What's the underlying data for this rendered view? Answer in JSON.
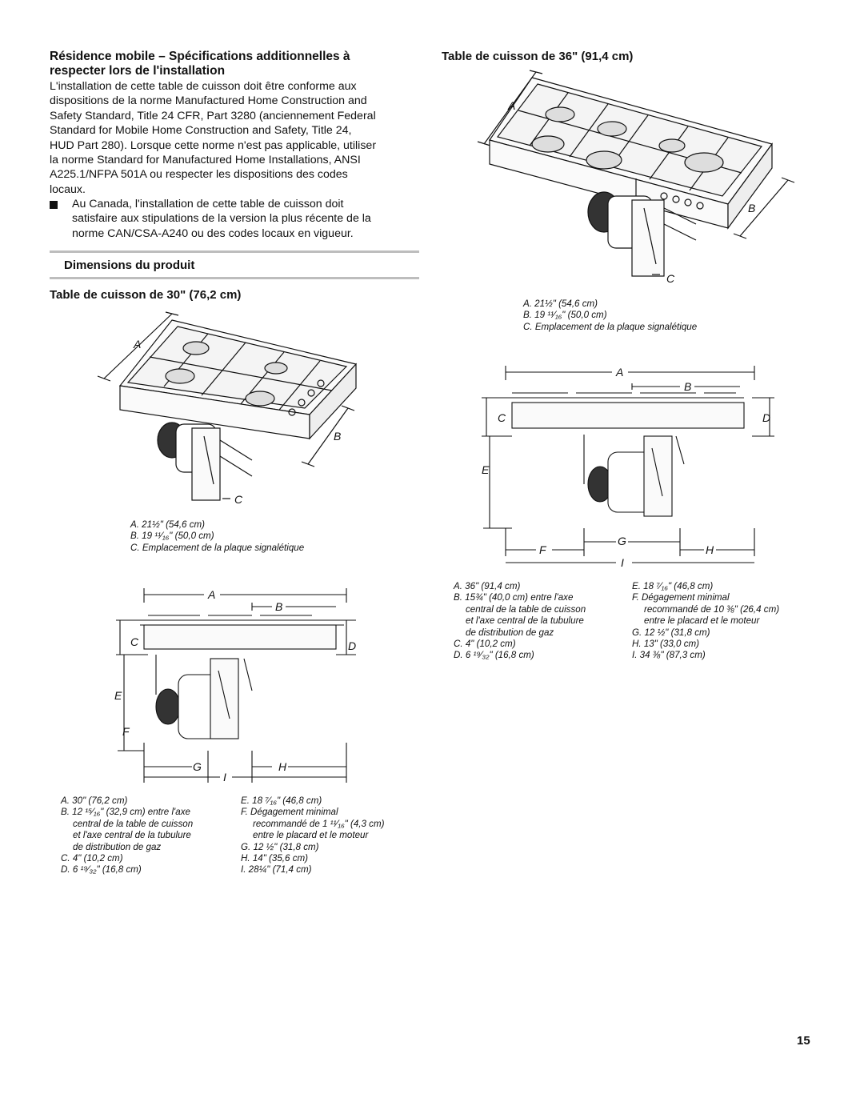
{
  "left": {
    "heading_line1": "Résidence mobile – Spécifications additionnelles à",
    "heading_line2": "respecter lors de l'installation",
    "para_lines": [
      "L'installation de cette table de cuisson doit être conforme aux",
      "dispositions de la norme Manufactured Home Construction and",
      "Safety Standard, Title 24 CFR, Part 3280 (anciennement Federal",
      "Standard for Mobile Home Construction and Safety, Title 24,",
      "HUD Part 280). Lorsque cette norme n'est pas applicable, utiliser",
      "la norme Standard for Manufactured Home Installations, ANSI",
      "A225.1/NFPA 501A ou respecter les dispositions des codes",
      "locaux."
    ],
    "bullet_lines": [
      "Au Canada, l'installation de cette table de cuisson doit",
      "satisfaire aux stipulations de la version la plus récente de la",
      "norme CAN/CSA-A240 ou des codes locaux en vigueur."
    ],
    "section_title": "Dimensions du produit",
    "cooktop30_title": "Table de cuisson de 30\" (76,2 cm)",
    "iso30_caption": [
      "A. 21½\" (54,6 cm)",
      "B. 19 ¹¹⁄₁₆\" (50,0 cm)",
      "C. Emplacement de la plaque signalétique"
    ],
    "front30_caption_left": [
      "A. 30\" (76,2 cm)",
      "B. 12 ¹⁵⁄₁₆\" (32,9 cm) entre l'axe",
      "central de la table de cuisson",
      "et l'axe central de la tubulure",
      "de distribution de gaz",
      "C. 4\" (10,2 cm)",
      "D. 6 ¹⁹⁄₃₂\" (16,8 cm)"
    ],
    "front30_caption_right": [
      "E. 18 ⁷⁄₁₆\" (46,8 cm)",
      "F. Dégagement minimal",
      "recommandé de 1 ¹¹⁄₁₆\" (4,3 cm)",
      "entre le placard et le moteur",
      "G. 12 ½\" (31,8 cm)",
      "H. 14\" (35,6 cm)",
      "I. 28¼\" (71,4 cm)"
    ]
  },
  "right": {
    "cooktop36_title": "Table de cuisson de 36\" (91,4 cm)",
    "iso36_caption": [
      "A. 21½\" (54,6 cm)",
      "B. 19 ¹¹⁄₁₆\" (50,0 cm)",
      "C. Emplacement de la plaque signalétique"
    ],
    "front36_caption_left": [
      "A. 36\" (91,4 cm)",
      "B. 15¾\" (40,0 cm) entre l'axe",
      "central de la table de cuisson",
      "et l'axe central de la tubulure",
      "de distribution de gaz",
      "C. 4\" (10,2 cm)",
      "D. 6 ¹⁹⁄₃₂\" (16,8 cm)"
    ],
    "front36_caption_right": [
      "E. 18 ⁷⁄₁₆\" (46,8 cm)",
      "F. Dégagement minimal",
      "recommandé de 10 ⅜\" (26,4 cm)",
      "entre le placard et le moteur",
      "G. 12 ½\" (31,8 cm)",
      "H. 13\" (33,0 cm)",
      "I. 34 ⅜\" (87,3 cm)"
    ]
  },
  "labels": {
    "A": "A",
    "B": "B",
    "C": "C",
    "D": "D",
    "E": "E",
    "F": "F",
    "G": "G",
    "H": "H",
    "I": "I"
  },
  "page_number": "15"
}
